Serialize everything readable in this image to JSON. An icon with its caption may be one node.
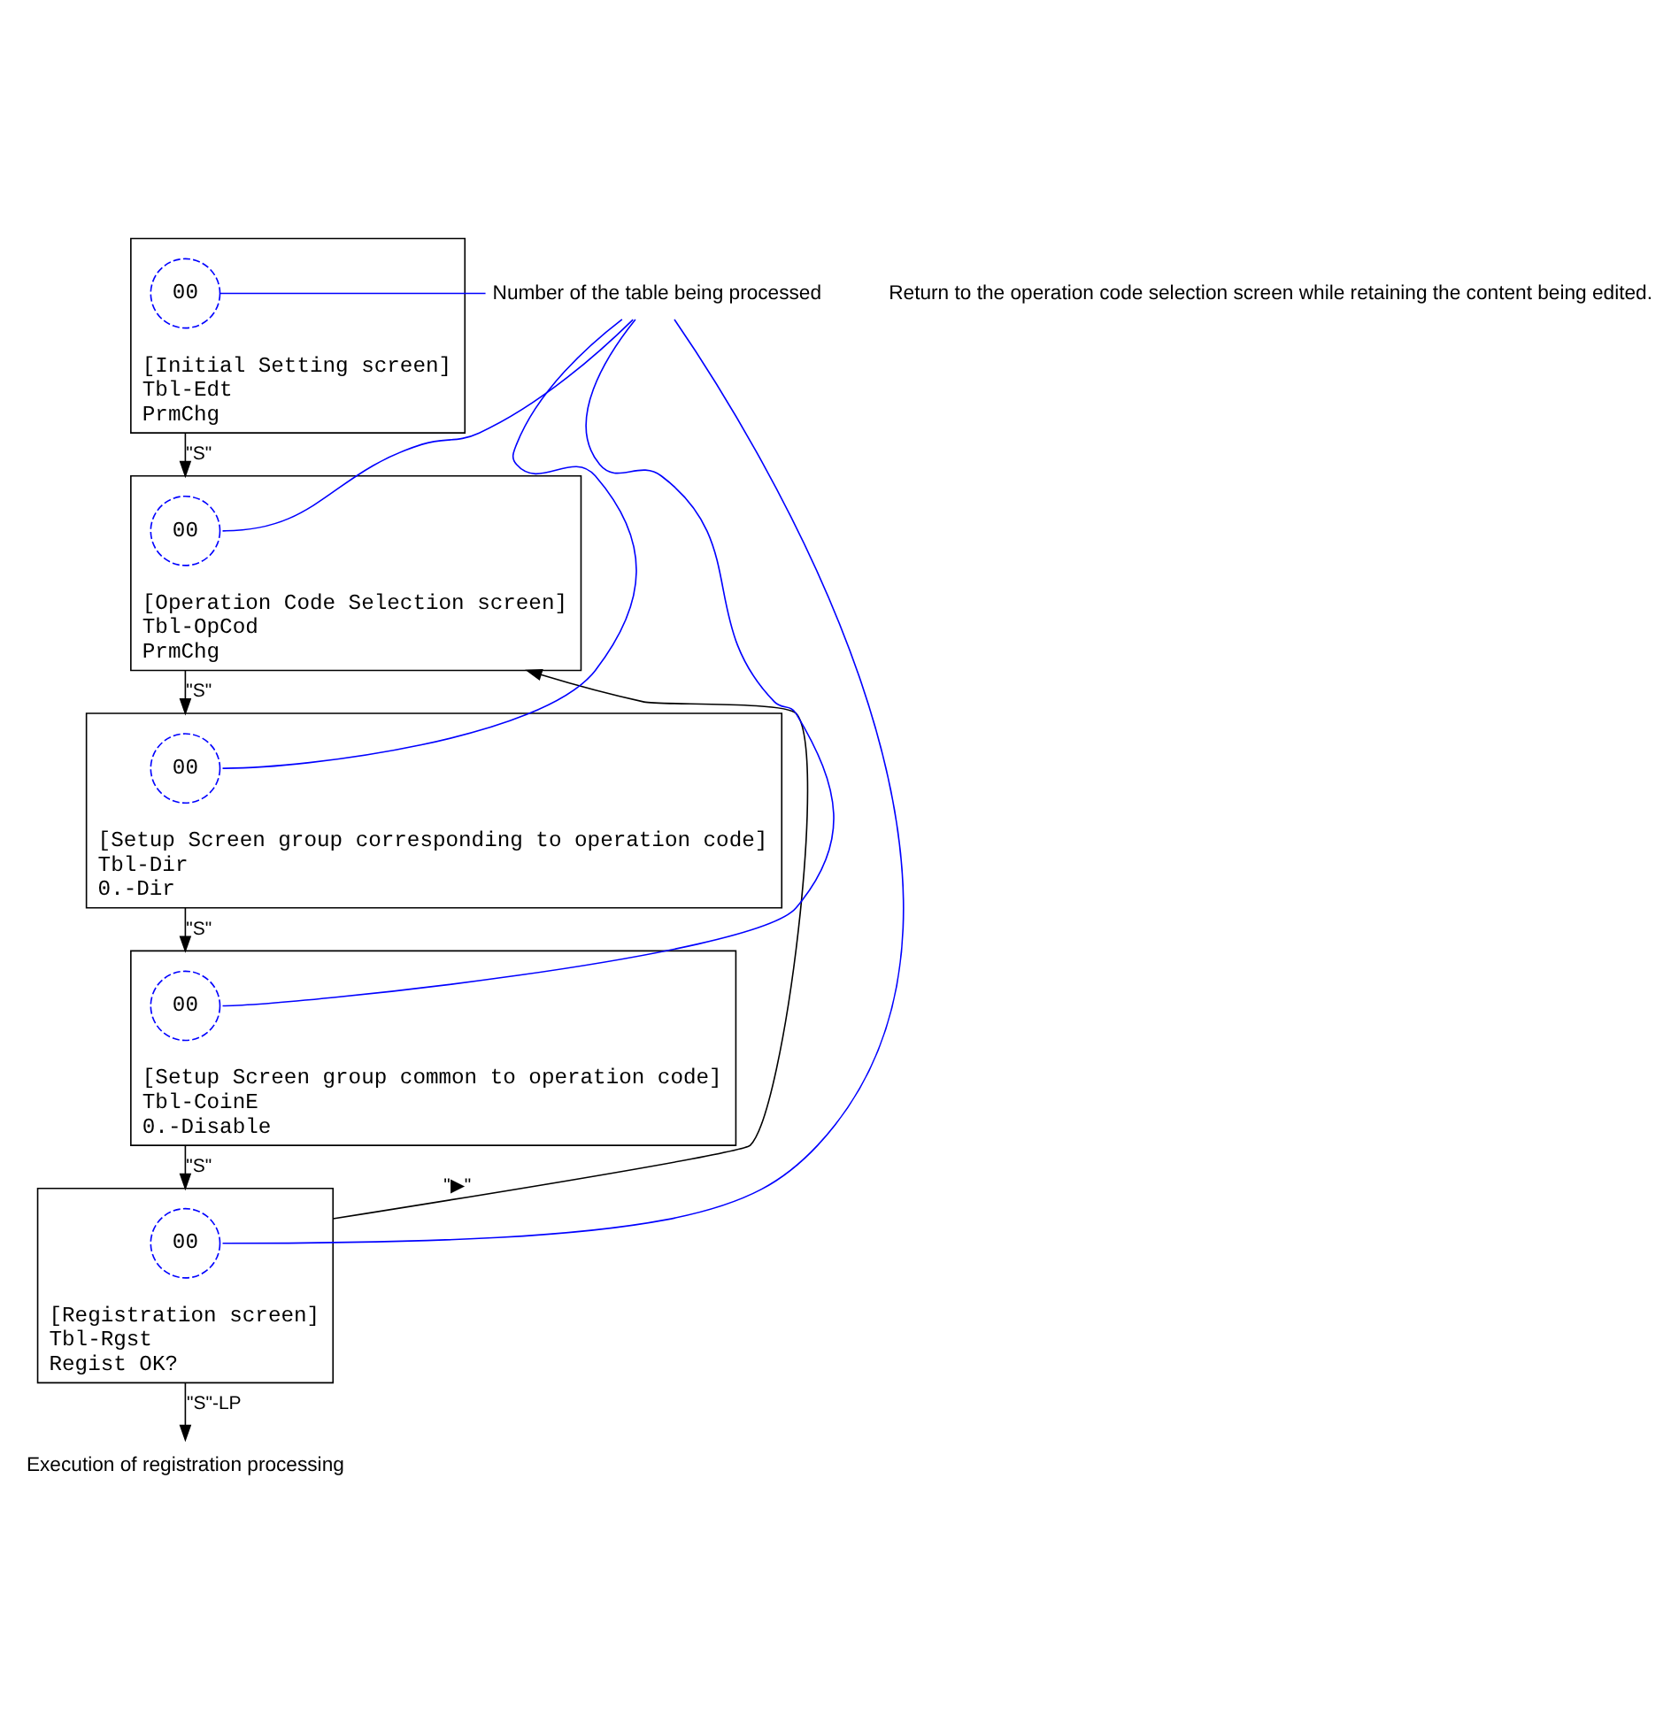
{
  "diagram": {
    "nodes": [
      {
        "text": [
          "Number of the table being processed"
        ]
      },
      {
        "text": [
          "[Initial Setting screen]",
          "Tbl-Edt",
          "PrmChg"
        ]
      },
      {
        "text": [
          "00"
        ],
        "in": 1
      },
      {
        "text": [
          "[Operation Code Selection screen]",
          "Tbl-OpCod",
          "PrmChg"
        ]
      },
      {
        "text": [
          "00"
        ],
        "in": 3
      },
      {
        "text": [
          "[Setup Screen group corresponding to operation code]",
          "Tbl-Dir",
          "0.-Dir"
        ]
      },
      {
        "text": [
          "00"
        ],
        "in": 5
      },
      {
        "text": [
          "[Setup Screen group common to operation code]",
          "Tbl-CoinE",
          "0.-Disable"
        ]
      },
      {
        "text": [
          "00"
        ],
        "in": 7
      },
      {
        "text": [
          "[Registration screen]",
          "Tbl-Rgst",
          "Regist OK?"
        ]
      },
      {
        "text": [
          "00"
        ],
        "in": 9
      },
      {
        "text": [
          "Execution of registration processing"
        ]
      }
    ],
    "edges": [
      {
        "from": 1,
        "to": 3,
        "arrow": "to",
        "label": "\"S\""
      },
      {
        "from": 3,
        "to": 5,
        "arrow": "to",
        "label": "\"S\""
      },
      {
        "from": 5,
        "to": 7,
        "arrow": "to",
        "label": "\"S\""
      },
      {
        "from": 7,
        "to": 9,
        "arrow": "to",
        "label": "\"S\""
      },
      {
        "from": 9,
        "to": 11,
        "arrow": "to",
        "label": "\"S\"-LP"
      },
      {
        "from": 9,
        "to": 3,
        "arrow": "to",
        "label": "\"▶\""
      },
      {
        "from": 0,
        "to": 2,
        "arrow": "none",
        "color": "#0000ff"
      },
      {
        "from": 0,
        "to": 4,
        "arrow": "none",
        "color": "#0000ff"
      },
      {
        "from": 0,
        "to": 6,
        "arrow": "none",
        "color": "#0000ff"
      },
      {
        "from": 0,
        "to": 8,
        "arrow": "none",
        "color": "#0000ff"
      },
      {
        "from": 0,
        "to": 10,
        "arrow": "none",
        "color": "#0000ff"
      }
    ],
    "labels": [
      "Return to the operation code selection screen while retaining the content being edited."
    ]
  }
}
